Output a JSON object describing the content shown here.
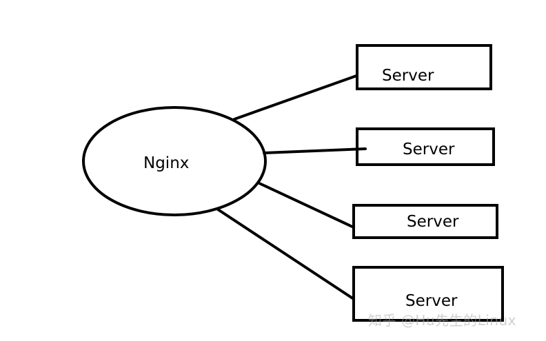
{
  "diagram": {
    "hub": {
      "label": "Nginx"
    },
    "servers": [
      {
        "label": "Server"
      },
      {
        "label": "Server"
      },
      {
        "label": "Server"
      },
      {
        "label": "Server"
      }
    ],
    "line_color": "#000000",
    "background": "#ffffff"
  },
  "watermark": {
    "text": "知乎 @Hu先生的Linux"
  }
}
